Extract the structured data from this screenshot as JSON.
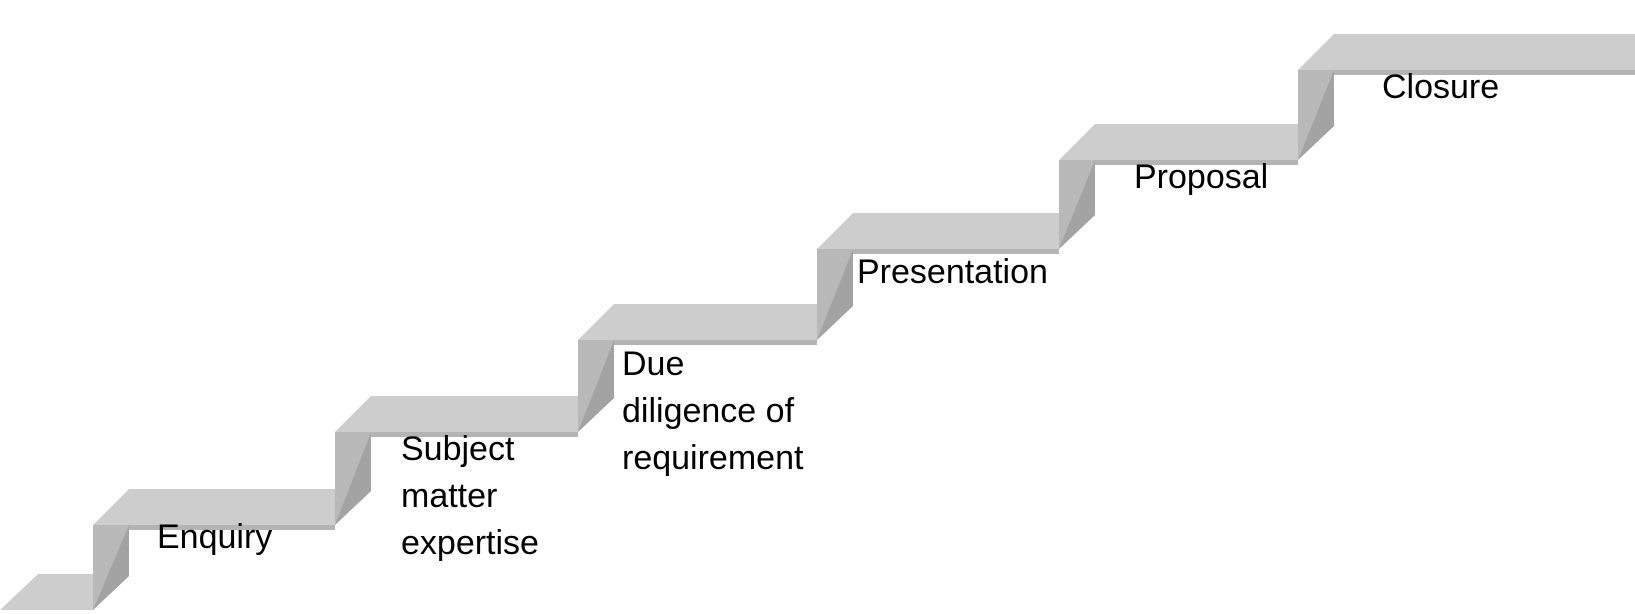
{
  "diagram": {
    "type": "staircase",
    "colors": {
      "tread": "#cdcdcd",
      "tread_edge": "#b4b4b4",
      "riser": "#b9b9b9",
      "riser_shadow": "#a3a3a3",
      "text": "#000000",
      "background": "#ffffff"
    },
    "steps": [
      {
        "label_lines": [
          "Enquiry"
        ]
      },
      {
        "label_lines": [
          "Subject",
          "matter",
          "expertise"
        ]
      },
      {
        "label_lines": [
          "Due",
          "diligence of",
          "requirement"
        ]
      },
      {
        "label_lines": [
          "Presentation"
        ]
      },
      {
        "label_lines": [
          "Proposal"
        ]
      },
      {
        "label_lines": [
          "Closure"
        ]
      }
    ]
  }
}
